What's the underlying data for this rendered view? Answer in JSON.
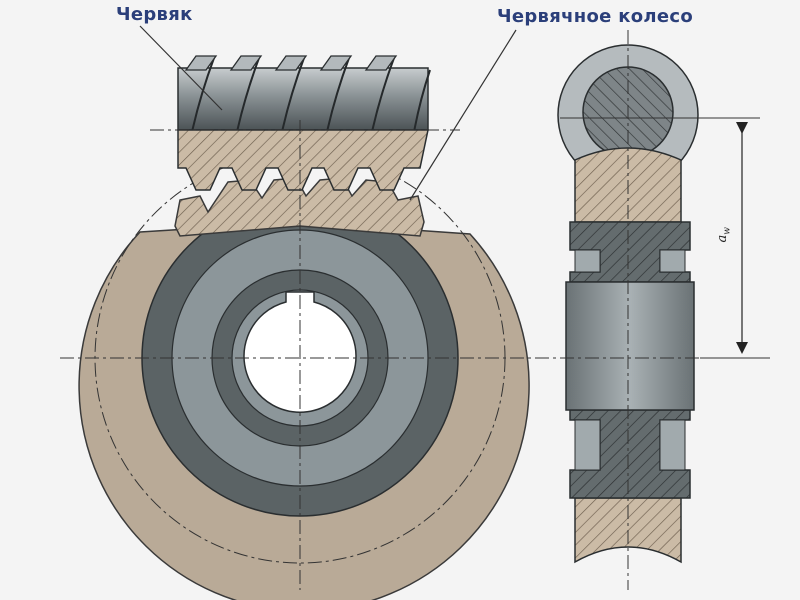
{
  "labels": {
    "worm": "Червяк",
    "worm_wheel": "Червячное колесо",
    "center_distance": "a",
    "center_distance_sub": "w"
  },
  "colors": {
    "label_text": "#2b3f7a",
    "wheel_rim": "#b9aa97",
    "hatch_bg": "#cbbba6",
    "hub_dark": "#5e6668",
    "hub_light": "#8d969a",
    "worm_steel": "#7c8488",
    "background": "#f4f4f4"
  },
  "icons": {
    "center_distance_marker": "double-headed-arrow"
  }
}
